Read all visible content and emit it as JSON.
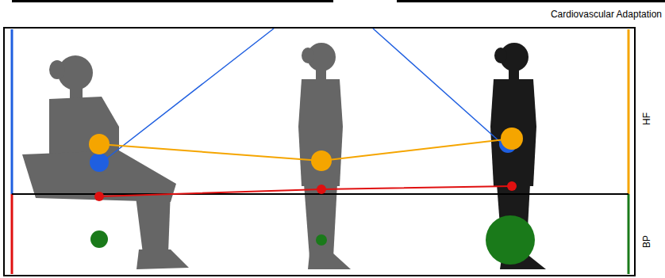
{
  "diagram": {
    "title": "Cardiovascular Adaptation",
    "labels": [
      "HF",
      "BP"
    ]
  }
}
